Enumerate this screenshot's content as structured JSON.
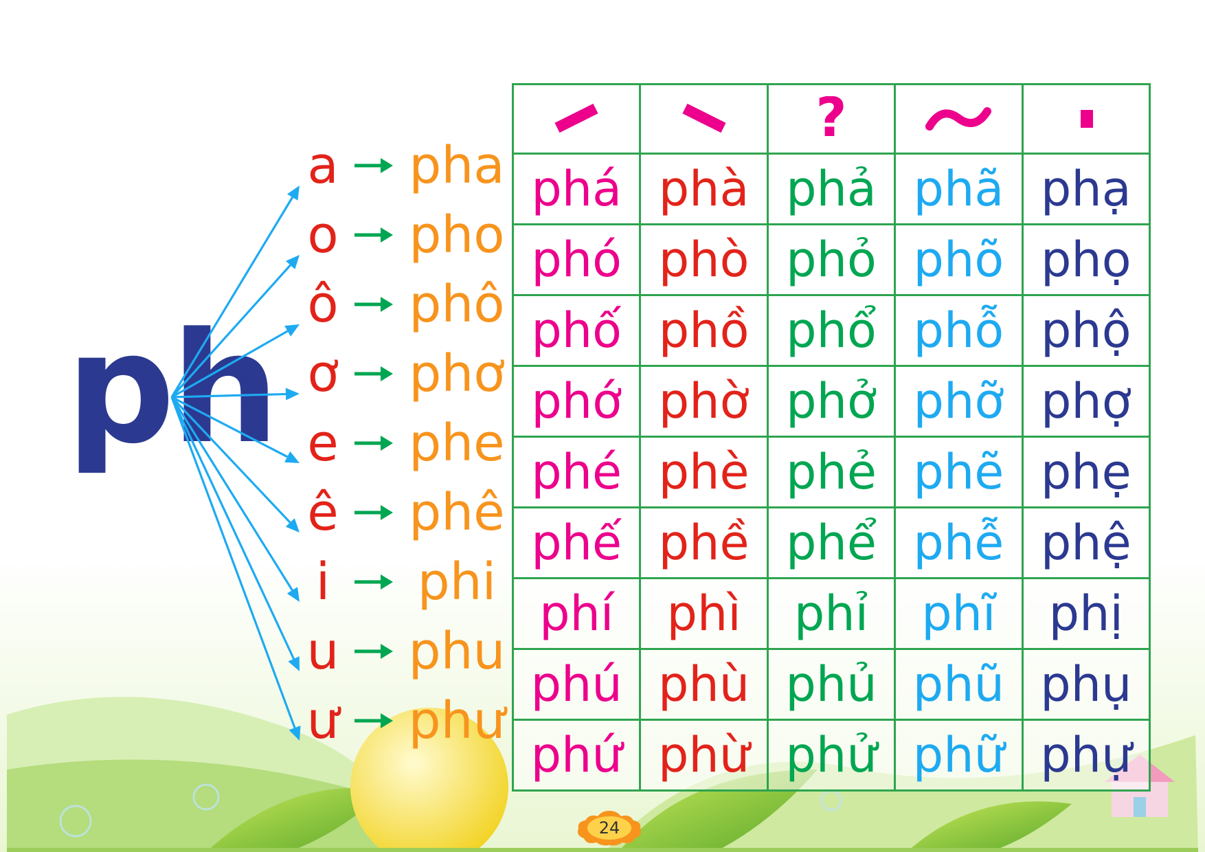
{
  "consonant": "ph",
  "colors": {
    "consonant": "#2b3990",
    "vowel": "#e2231a",
    "syllable": "#f7941d",
    "arrow_blue": "#1eaaf1",
    "arrow_green": "#00a651",
    "grid": "#2ea44f",
    "tone_mark": "#ec008c",
    "columns": [
      "#ec008c",
      "#e2231a",
      "#00a651",
      "#1eaaf1",
      "#2b3990"
    ]
  },
  "tone_marks": [
    {
      "name": "sac-mark-icon"
    },
    {
      "name": "huyen-mark-icon"
    },
    {
      "name": "hoi-mark-icon"
    },
    {
      "name": "nga-mark-icon"
    },
    {
      "name": "nang-mark-icon"
    }
  ],
  "rows": [
    {
      "vowel": "a",
      "syllable": "pha",
      "tones": [
        "phá",
        "phà",
        "phả",
        "phã",
        "phạ"
      ]
    },
    {
      "vowel": "o",
      "syllable": "pho",
      "tones": [
        "phó",
        "phò",
        "phỏ",
        "phõ",
        "phọ"
      ]
    },
    {
      "vowel": "ô",
      "syllable": "phô",
      "tones": [
        "phố",
        "phồ",
        "phổ",
        "phỗ",
        "phộ"
      ]
    },
    {
      "vowel": "ơ",
      "syllable": "phơ",
      "tones": [
        "phớ",
        "phờ",
        "phở",
        "phỡ",
        "phợ"
      ]
    },
    {
      "vowel": "e",
      "syllable": "phe",
      "tones": [
        "phé",
        "phè",
        "phẻ",
        "phẽ",
        "phẹ"
      ]
    },
    {
      "vowel": "ê",
      "syllable": "phê",
      "tones": [
        "phế",
        "phề",
        "phể",
        "phễ",
        "phệ"
      ]
    },
    {
      "vowel": "i",
      "syllable": "phi",
      "tones": [
        "phí",
        "phì",
        "phỉ",
        "phĩ",
        "phị"
      ]
    },
    {
      "vowel": "u",
      "syllable": "phu",
      "tones": [
        "phú",
        "phù",
        "phủ",
        "phũ",
        "phụ"
      ]
    },
    {
      "vowel": "ư",
      "syllable": "phư",
      "tones": [
        "phứ",
        "phừ",
        "phử",
        "phữ",
        "phự"
      ]
    }
  ],
  "page_number": "24"
}
